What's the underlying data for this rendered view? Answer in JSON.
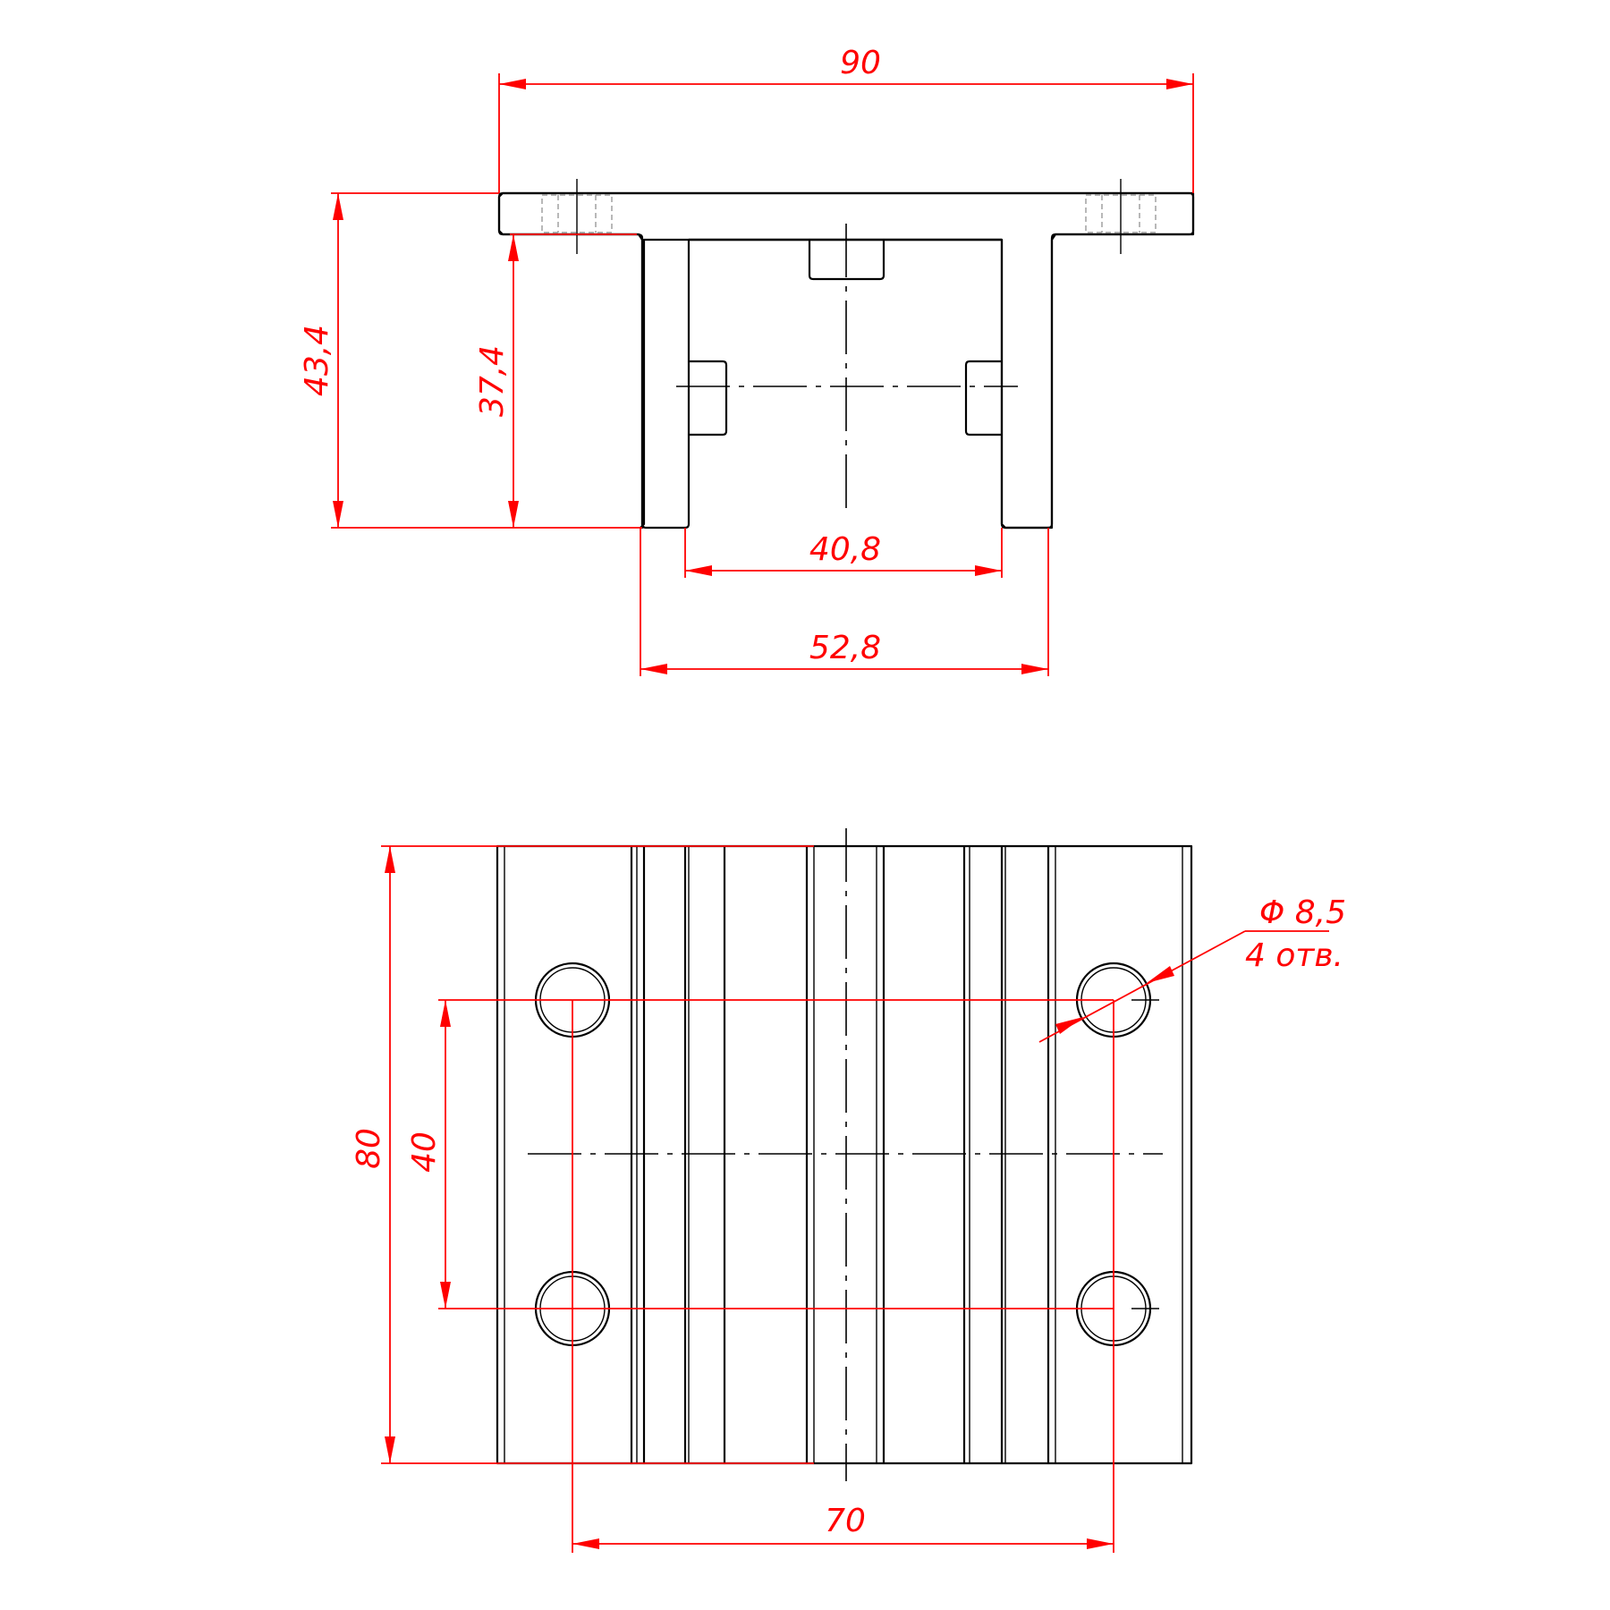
{
  "top_view": {
    "dim_width_total": "90",
    "dim_height_total": "43,4",
    "dim_height_inner": "37,4",
    "dim_inner_width": "40,8",
    "dim_outer_width": "52,8"
  },
  "plan_view": {
    "dim_length": "80",
    "dim_hole_pitch_y": "40",
    "dim_hole_pitch_x": "70",
    "hole_callout_diameter": "Φ 8,5",
    "hole_callout_count": "4 отв."
  },
  "colors": {
    "outline": "#000000",
    "dimension": "#ff0000",
    "hidden": "#999999"
  }
}
